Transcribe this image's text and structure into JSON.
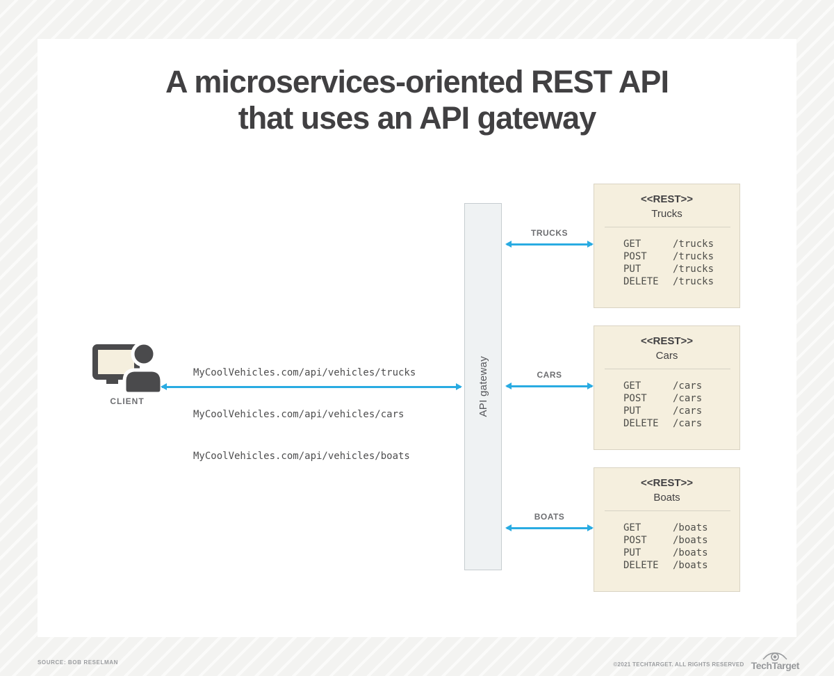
{
  "page": {
    "title_line1": "A microservices-oriented REST API",
    "title_line2": "that uses an API gateway"
  },
  "client": {
    "label": "CLIENT",
    "requests": [
      "MyCoolVehicles.com/api/vehicles/trucks",
      "MyCoolVehicles.com/api/vehicles/cars",
      "MyCoolVehicles.com/api/vehicles/boats"
    ]
  },
  "gateway": {
    "label": "API gateway"
  },
  "connections": [
    {
      "label": "TRUCKS"
    },
    {
      "label": "CARS"
    },
    {
      "label": "BOATS"
    }
  ],
  "services": [
    {
      "stereotype": "<<REST>>",
      "name": "Trucks",
      "endpoints": [
        {
          "method": "GET",
          "path": "/trucks"
        },
        {
          "method": "POST",
          "path": "/trucks"
        },
        {
          "method": "PUT",
          "path": "/trucks"
        },
        {
          "method": "DELETE",
          "path": "/trucks"
        }
      ]
    },
    {
      "stereotype": "<<REST>>",
      "name": "Cars",
      "endpoints": [
        {
          "method": "GET",
          "path": "/cars"
        },
        {
          "method": "POST",
          "path": "/cars"
        },
        {
          "method": "PUT",
          "path": "/cars"
        },
        {
          "method": "DELETE",
          "path": "/cars"
        }
      ]
    },
    {
      "stereotype": "<<REST>>",
      "name": "Boats",
      "endpoints": [
        {
          "method": "GET",
          "path": "/boats"
        },
        {
          "method": "POST",
          "path": "/boats"
        },
        {
          "method": "PUT",
          "path": "/boats"
        },
        {
          "method": "DELETE",
          "path": "/boats"
        }
      ]
    }
  ],
  "footer": {
    "source": "SOURCE: BOB RESELMAN",
    "copyright": "©2021 TECHTARGET. ALL RIGHTS RESERVED",
    "brand": "TechTarget"
  },
  "colors": {
    "arrow": "#29ABE2",
    "service_box_bg": "#F5EFDE",
    "service_box_border": "#D9D3C2",
    "gateway_bg": "#EFF2F3",
    "title_text": "#414042",
    "label_text": "#6D6E71",
    "code_text": "#4D4D49",
    "footer_text": "#9B9DA0"
  }
}
